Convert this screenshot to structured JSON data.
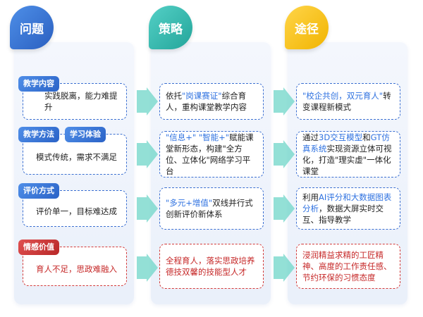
{
  "headers": {
    "problem": "问题",
    "strategy": "策略",
    "path": "途径"
  },
  "colors": {
    "blue": "#2f72e0",
    "red": "#d23a3a",
    "teal": "#5cd1c6",
    "gold": "#f5c21b"
  },
  "rows": [
    {
      "tags": [
        "教学内容"
      ],
      "problem": "实践脱离，能力难提升",
      "strategy": {
        "pre": "依托",
        "hl": "\"岗课赛证\"",
        "post": "综合育人，重构课堂教学内容"
      },
      "path": {
        "hl": "\"校企共创，双元育人\"",
        "post": "转变课程新模式"
      }
    },
    {
      "tags": [
        "教学方法",
        "学习体验"
      ],
      "problem": "模式传统，需求不满足",
      "strategy": {
        "hl1": "\"信息+\"",
        "mid": " ",
        "hl2": "\"智能+\"",
        "post": "赋能课堂新形态，构建\"全方位、立体化\"网络学习平台"
      },
      "path": {
        "pre": "通过",
        "hl1": "3D交互模型",
        "mid": "和",
        "hl2": "GT仿真系统",
        "post": "实现资源立体可视化，打造\"理实虚\"一体化课堂"
      }
    },
    {
      "tags": [
        "评价方式"
      ],
      "problem": "评价单一，目标难达成",
      "strategy": {
        "hl": "\"多元+增值\"",
        "post": "双线并行式创新评价新体系"
      },
      "path": {
        "pre": "利用",
        "hl": "AI评分和大数据图表分析",
        "post": "，数据大屏实时交互、指导教学"
      }
    },
    {
      "tags": [
        "情感价值"
      ],
      "problem": "育人不足，思政难融入",
      "strategy": "全程育人，落实思政培养德技双馨的技能型人才",
      "path": "浸润精益求精的工匠精神、高度的工作责任感、节约环保的习惯态度"
    }
  ]
}
